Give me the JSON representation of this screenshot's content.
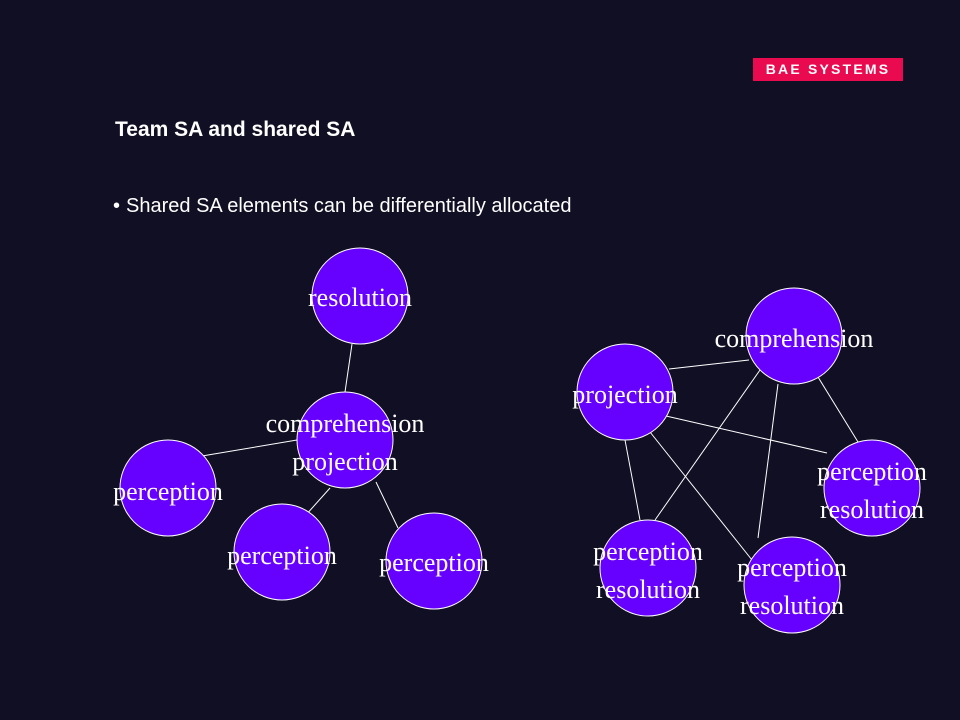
{
  "logo": {
    "text": "BAE SYSTEMS"
  },
  "title": "Team SA and shared SA",
  "bullet": "Shared SA elements can be differentially allocated",
  "colors": {
    "background": "#110f24",
    "node_fill": "#6600ff",
    "node_stroke": "#ffffff",
    "edge": "#ffffff",
    "logo_bg": "#ea0a4f"
  },
  "left_diagram": {
    "nodes": {
      "top": [
        "resolution"
      ],
      "center": [
        "comprehension",
        "projection"
      ],
      "left": [
        "perception"
      ],
      "bottom_left": [
        "perception"
      ],
      "bottom_right": [
        "perception"
      ]
    }
  },
  "right_diagram": {
    "nodes": {
      "top": [
        "comprehension"
      ],
      "left": [
        "projection"
      ],
      "right": [
        "perception",
        "resolution"
      ],
      "bottom_left": [
        "perception",
        "resolution"
      ],
      "bottom_right": [
        "perception",
        "resolution"
      ]
    }
  }
}
